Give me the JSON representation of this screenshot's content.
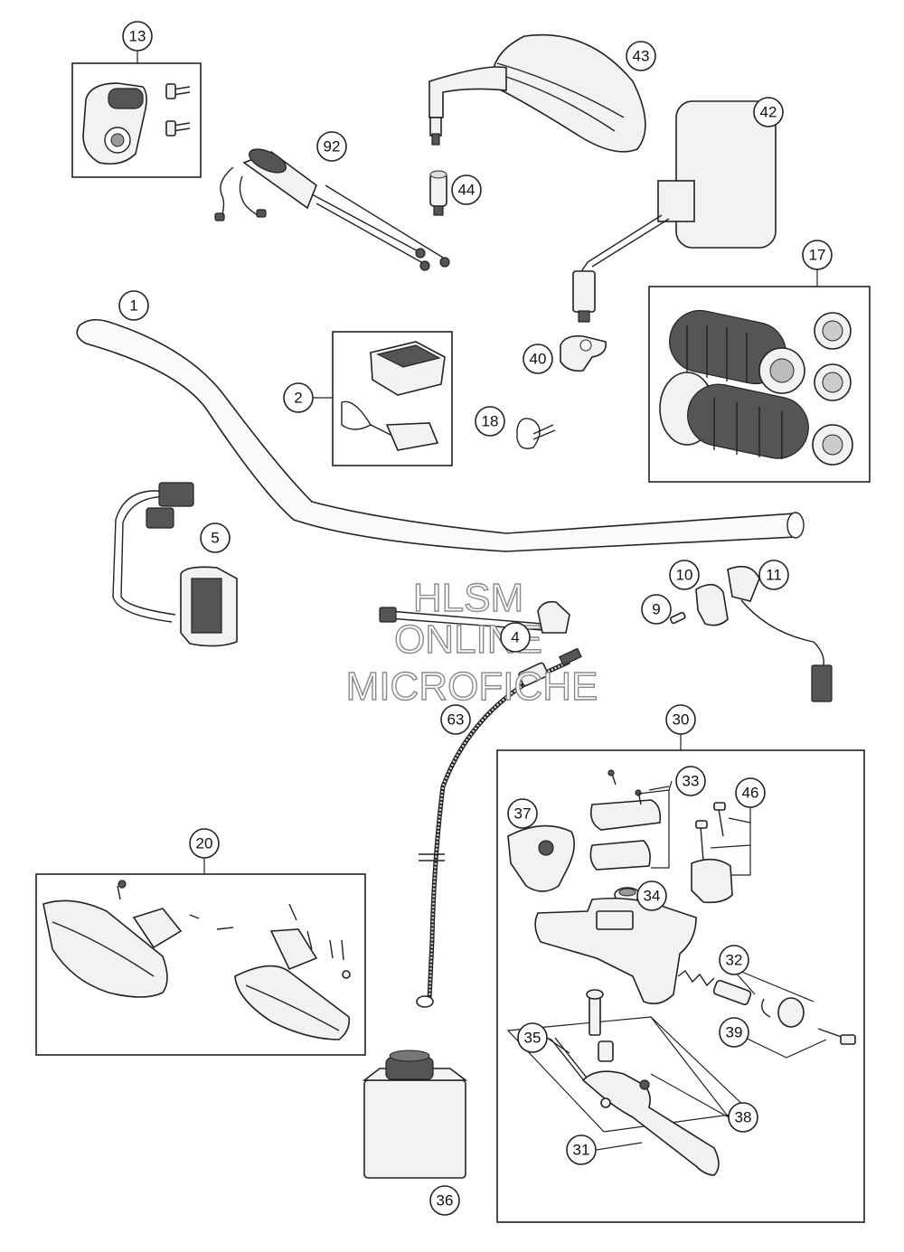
{
  "callouts": {
    "c13": "13",
    "c43": "43",
    "c42": "42",
    "c92": "92",
    "c44": "44",
    "c1": "1",
    "c17": "17",
    "c2": "2",
    "c40": "40",
    "c18": "18",
    "c5": "5",
    "c10": "10",
    "c11": "11",
    "c9": "9",
    "c4": "4",
    "c63": "63",
    "c30": "30",
    "c33": "33",
    "c46": "46",
    "c37": "37",
    "c34": "34",
    "c20": "20",
    "c32": "32",
    "c39": "39",
    "c35": "35",
    "c38": "38",
    "c31": "31",
    "c36": "36"
  },
  "watermark": {
    "line1": "HLSM",
    "line2": "ONLINE",
    "line3": "MICROFICHE"
  },
  "colors": {
    "ink": "#222222",
    "part_fill": "#f2f2f2",
    "dark_fill": "#555555",
    "watermark_stroke": "#8a8a8a"
  }
}
